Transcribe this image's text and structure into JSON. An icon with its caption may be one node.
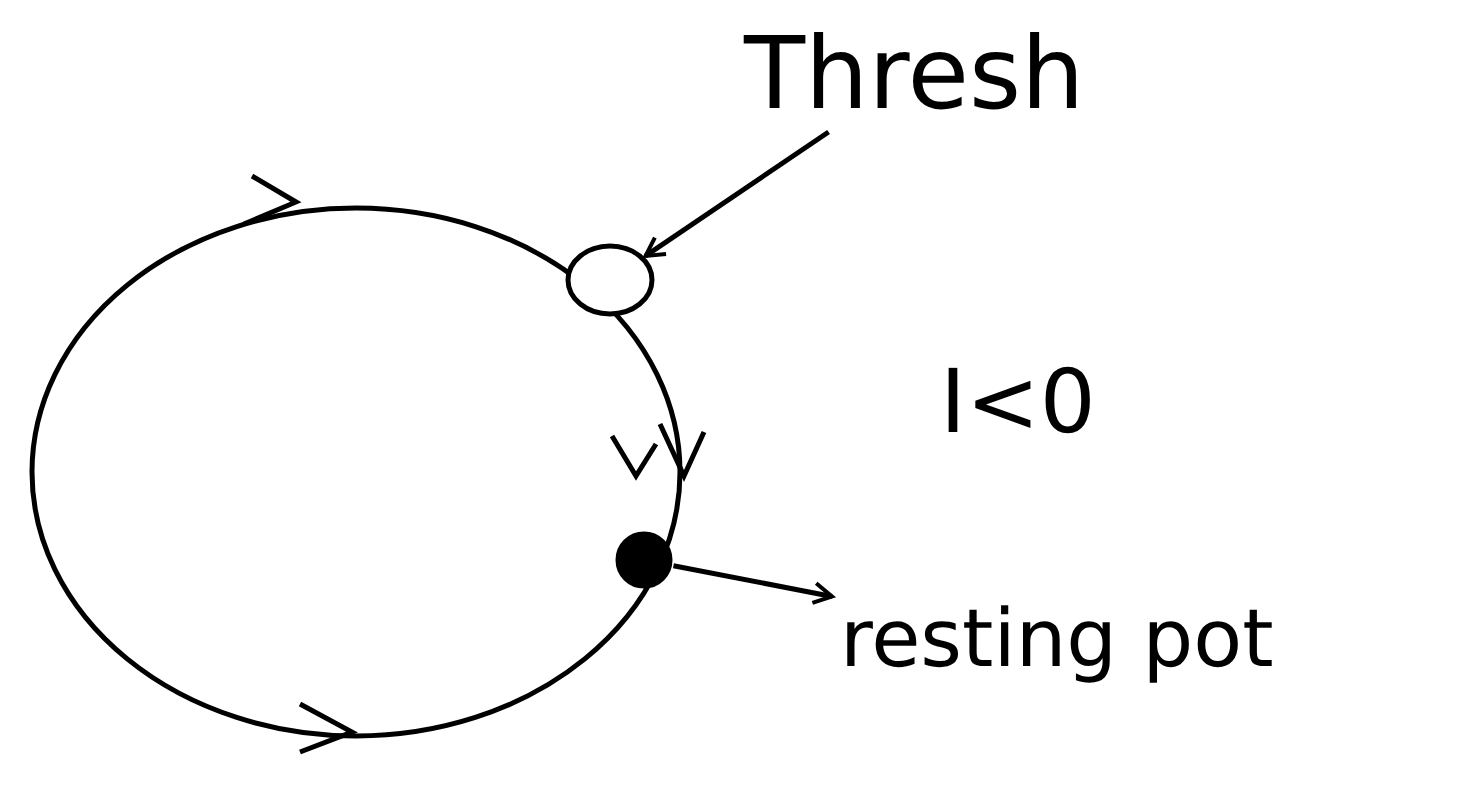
{
  "diagram": {
    "nodes": [
      {
        "text": [
          "Thresh"
        ]
      },
      {
        "text": [],
        "shape": "circle"
      },
      {
        "text": [],
        "shape": "circle"
      },
      {
        "text": [
          "resting pot"
        ]
      }
    ],
    "edges": [
      {
        "from": 0,
        "to": 1,
        "arrow": "to"
      },
      {
        "from": 2,
        "to": 3,
        "arrow": "to"
      }
    ],
    "labels": [
      "I<0"
    ]
  }
}
